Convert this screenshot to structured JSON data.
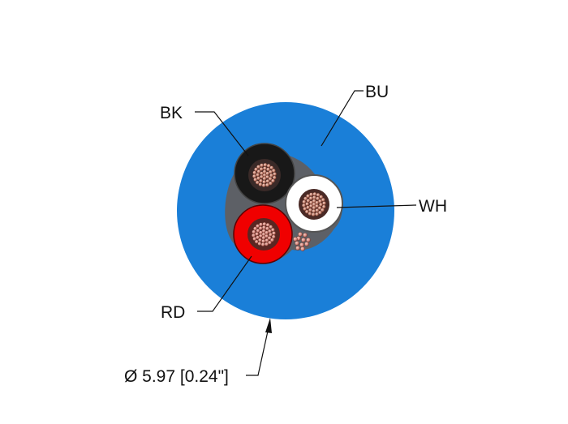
{
  "labels": {
    "jacket": "BU",
    "black_wire": "BK",
    "white_wire": "WH",
    "red_wire": "RD",
    "diameter": "Ø 5.97 [0.24\"]"
  },
  "colors": {
    "jacket": "#1a7fd8",
    "black_insulation": "#181818",
    "white_insulation": "#ffffff",
    "red_insulation": "#f00000",
    "filler": "#6a6a6a",
    "copper_strand": "#c98a78"
  }
}
